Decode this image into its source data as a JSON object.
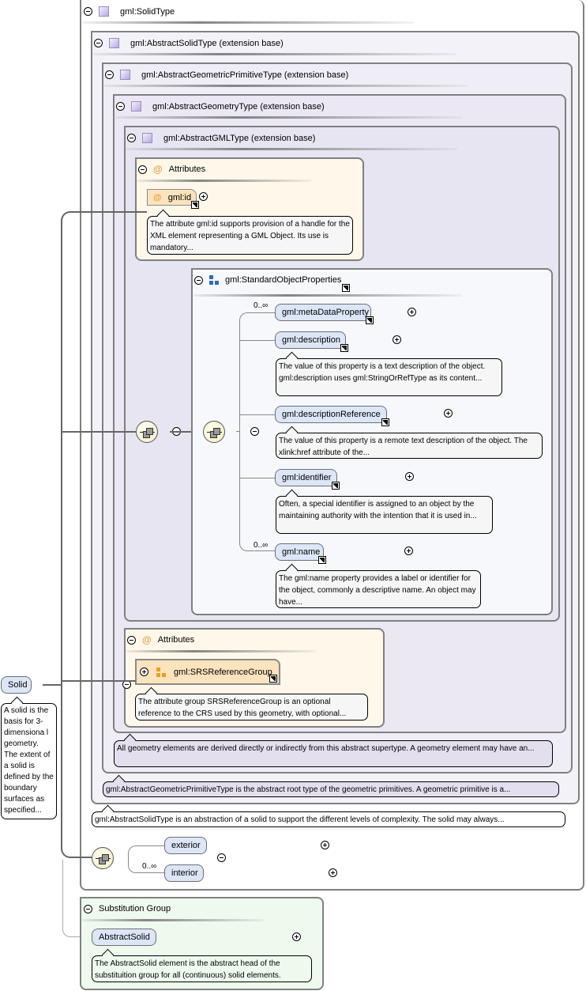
{
  "root_element": {
    "name": "Solid",
    "description": "A solid is the basis for 3-dimensiona l geometry. The extent of a solid is defined by the boundary surfaces as specified..."
  },
  "types": {
    "solid_type": "gml:SolidType",
    "abstract_solid_type": "gml:AbstractSolidType (extension base)",
    "abstract_geometric_primitive_type": "gml:AbstractGeometricPrimitiveType (extension base)",
    "abstract_geometry_type": "gml:AbstractGeometryType (extension base)",
    "abstract_gml_type": "gml:AbstractGMLType (extension base)"
  },
  "gml_attributes": {
    "title": "Attributes",
    "attribute": "gml:id",
    "attribute_icon": "@",
    "description": "The attribute gml:id supports provision of a handle for the XML element representing a GML Object. Its use is mandatory..."
  },
  "standard_object_properties": {
    "title": "gml:StandardObjectProperties",
    "elements": [
      {
        "name": "gml:metaDataProperty",
        "occurs": "0..∞",
        "description": ""
      },
      {
        "name": "gml:description",
        "occurs": "",
        "description": "The value of this property is a text description of the object. gml:description uses gml:StringOrRefType as its content..."
      },
      {
        "name": "gml:descriptionReference",
        "occurs": "",
        "description": "The value of this property is a remote text description of the object. The xlink:href attribute of the..."
      },
      {
        "name": "gml:identifier",
        "occurs": "",
        "description": "Often, a special identifier is assigned to an object by the maintaining authority with the intention that it is used in..."
      },
      {
        "name": "gml:name",
        "occurs": "0..∞",
        "description": "The gml:name property provides a label or identifier for the object, commonly a descriptive name. An object may have..."
      }
    ]
  },
  "geometry_attributes": {
    "title": "Attributes",
    "group": "gml:SRSReferenceGroup",
    "description": "The attribute group SRSReferenceGroup is an optional reference to the CRS used by this geometry, with optional..."
  },
  "type_notes": {
    "abstract_geometry": "All geometry elements are derived directly or indirectly from this abstract supertype. A geometry element may have an...",
    "abstract_geometric_primitive": "gml:AbstractGeometricPrimitiveType is the abstract root type of the geometric primitives. A geometric primitive is a...",
    "abstract_solid": "gml:AbstractSolidType is an abstraction of a solid to support the different levels of complexity. The solid may always..."
  },
  "solid_sequence": {
    "elements": [
      {
        "name": "exterior",
        "occurs": ""
      },
      {
        "name": "interior",
        "occurs": "0..∞"
      }
    ]
  },
  "substitution_group": {
    "title": "Substitution Group",
    "element": "AbstractSolid",
    "description": "The AbstractSolid element is the abstract head of the substituition group for all (continuous) solid elements."
  }
}
